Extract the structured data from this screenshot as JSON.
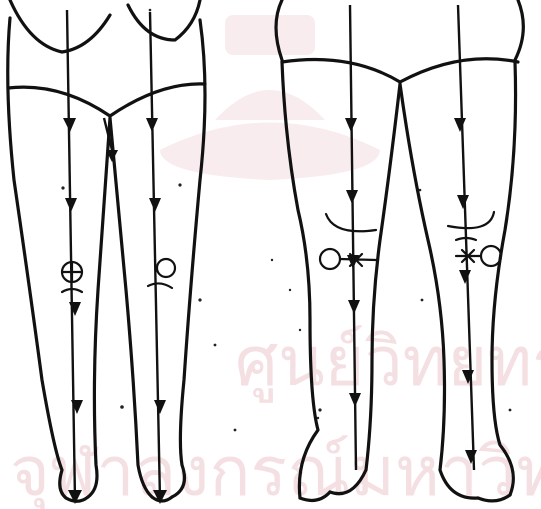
{
  "figure": {
    "panels": [
      {
        "name": "left-pair",
        "legs": 2
      },
      {
        "name": "right-pair",
        "legs": 2
      }
    ]
  },
  "watermark": {
    "line1": "ศูนย์วิทยทรัพยา",
    "line2": "จุฬาลงกรณ์มหาวิท",
    "color": "#ecc6cc"
  },
  "colors": {
    "ink": "#111111",
    "paper": "#ffffff"
  }
}
